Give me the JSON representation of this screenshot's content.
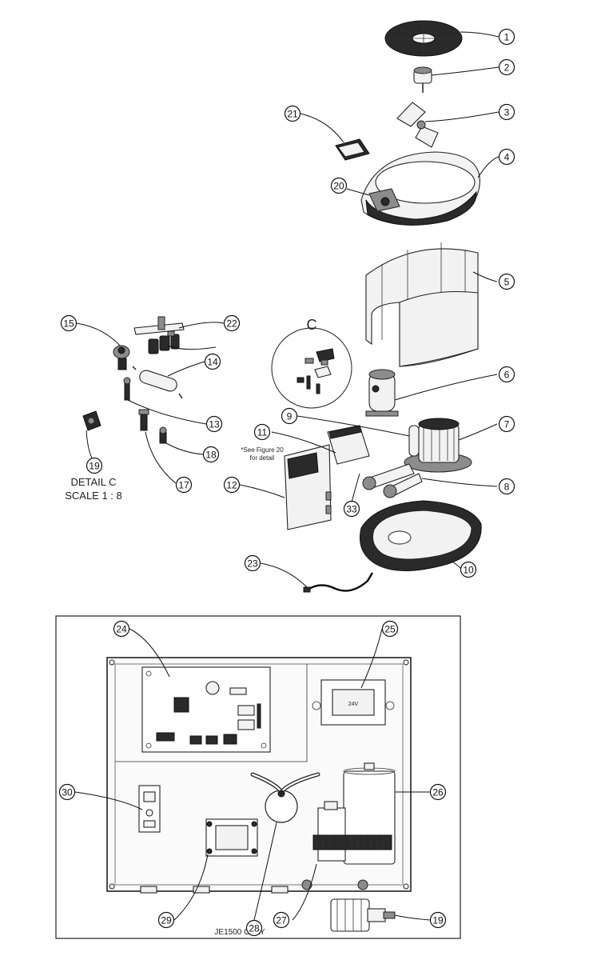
{
  "detail": {
    "label": "C",
    "title_line1": "DETAIL C",
    "title_line2": "SCALE 1 : 8"
  },
  "figure_note": {
    "line1": "*See Figure 20",
    "line2": "for detail"
  },
  "panel_caption": "JE1500 ONLY",
  "transformer_label": "24V",
  "callouts": [
    {
      "id": "c1",
      "label": "1"
    },
    {
      "id": "c2",
      "label": "2"
    },
    {
      "id": "c3",
      "label": "3"
    },
    {
      "id": "c4",
      "label": "4"
    },
    {
      "id": "c5",
      "label": "5"
    },
    {
      "id": "c6",
      "label": "6"
    },
    {
      "id": "c7",
      "label": "7"
    },
    {
      "id": "c8",
      "label": "8"
    },
    {
      "id": "c9",
      "label": "9"
    },
    {
      "id": "c10",
      "label": "10"
    },
    {
      "id": "c11",
      "label": "11"
    },
    {
      "id": "c12",
      "label": "12"
    },
    {
      "id": "c13",
      "label": "13"
    },
    {
      "id": "c14",
      "label": "14"
    },
    {
      "id": "c15",
      "label": "15"
    },
    {
      "id": "c17",
      "label": "17"
    },
    {
      "id": "c18",
      "label": "18"
    },
    {
      "id": "c19a",
      "label": "19"
    },
    {
      "id": "c20",
      "label": "20"
    },
    {
      "id": "c21",
      "label": "21"
    },
    {
      "id": "c22",
      "label": "22"
    },
    {
      "id": "c23",
      "label": "23"
    },
    {
      "id": "c24",
      "label": "24"
    },
    {
      "id": "c25",
      "label": "25"
    },
    {
      "id": "c26",
      "label": "26"
    },
    {
      "id": "c27",
      "label": "27"
    },
    {
      "id": "c28",
      "label": "28"
    },
    {
      "id": "c29",
      "label": "29"
    },
    {
      "id": "c30",
      "label": "30"
    },
    {
      "id": "c33",
      "label": "33"
    },
    {
      "id": "c19b",
      "label": "19"
    }
  ]
}
